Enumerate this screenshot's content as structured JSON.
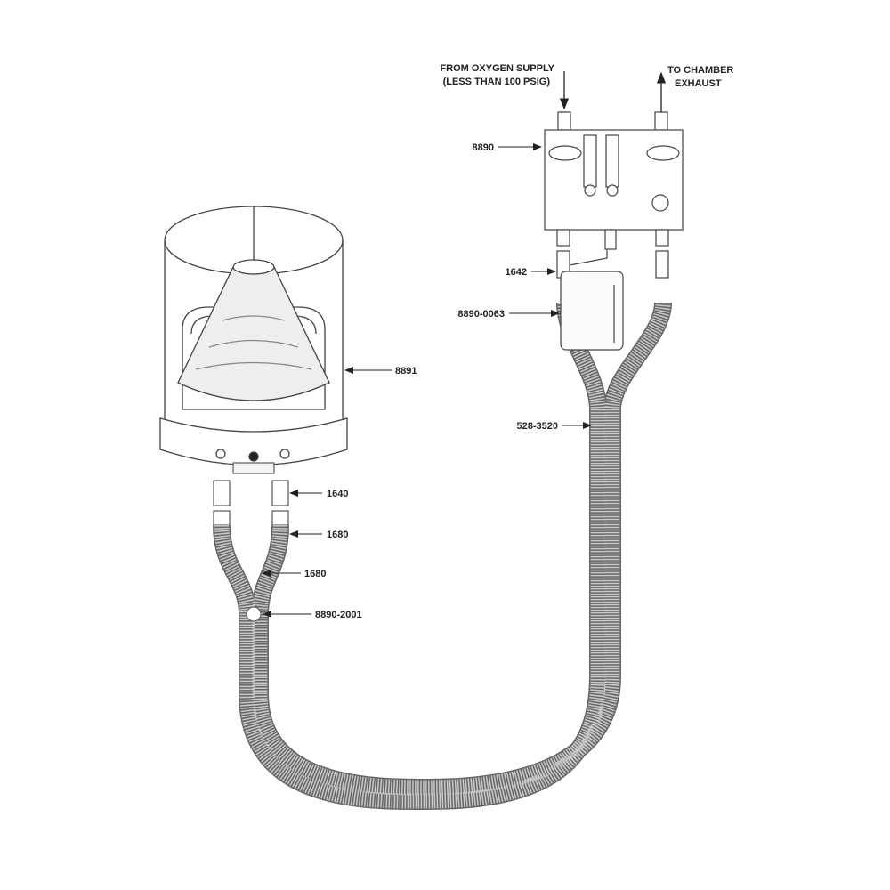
{
  "annotations": {
    "oxygen_supply_line1": "FROM OXYGEN SUPPLY",
    "oxygen_supply_line2": "(LESS THAN 100 PSIG)",
    "exhaust_line1": "TO CHAMBER",
    "exhaust_line2": "EXHAUST"
  },
  "part_labels": {
    "control_panel": "8890",
    "tee_adapter": "1642",
    "humidifier_bottle": "8890-0063",
    "hose_assembly": "528-3520",
    "hood": "8891",
    "adapter": "1640",
    "tube_upper": "1680",
    "tube_lower": "1680",
    "clip": "8890-2001"
  },
  "colors": {
    "line": "#333333",
    "tube": "#bdbdbd"
  }
}
